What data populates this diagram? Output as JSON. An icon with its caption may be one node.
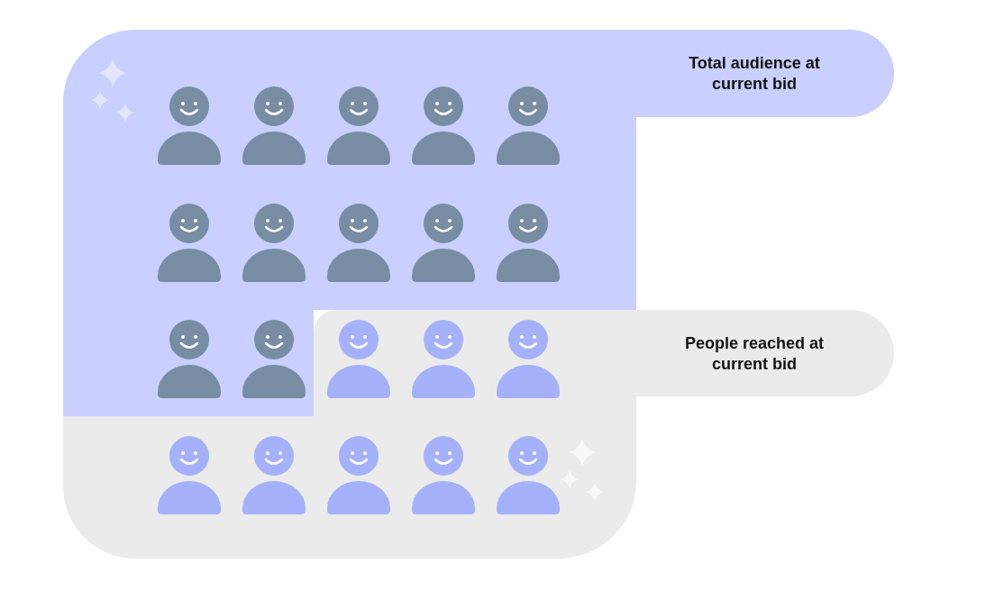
{
  "diagram": {
    "nodes": [
      {
        "text": [
          "Total audience at current bid"
        ]
      },
      {
        "text": [],
        "shape": "person",
        "in": 0
      },
      {
        "text": [],
        "shape": "person",
        "in": 0
      },
      {
        "text": [],
        "shape": "person",
        "in": 0
      },
      {
        "text": [],
        "shape": "person",
        "in": 0
      },
      {
        "text": [],
        "shape": "person",
        "in": 0
      },
      {
        "text": [],
        "shape": "person",
        "in": 0
      },
      {
        "text": [],
        "shape": "person",
        "in": 0
      },
      {
        "text": [],
        "shape": "person",
        "in": 0
      },
      {
        "text": [],
        "shape": "person",
        "in": 0
      },
      {
        "text": [],
        "shape": "person",
        "in": 0
      },
      {
        "text": [],
        "shape": "person",
        "in": 0
      },
      {
        "text": [],
        "shape": "person",
        "in": 0
      },
      {
        "text": [
          "People reached at current bid"
        ]
      },
      {
        "text": [],
        "shape": "person",
        "in": 13
      },
      {
        "text": [],
        "shape": "person",
        "in": 13
      },
      {
        "text": [],
        "shape": "person",
        "in": 13
      },
      {
        "text": [],
        "shape": "person",
        "in": 13
      },
      {
        "text": [],
        "shape": "person",
        "in": 13
      },
      {
        "text": [],
        "shape": "person",
        "in": 13
      },
      {
        "text": [],
        "shape": "person",
        "in": 13
      },
      {
        "text": [],
        "shape": "person",
        "in": 13
      }
    ]
  }
}
